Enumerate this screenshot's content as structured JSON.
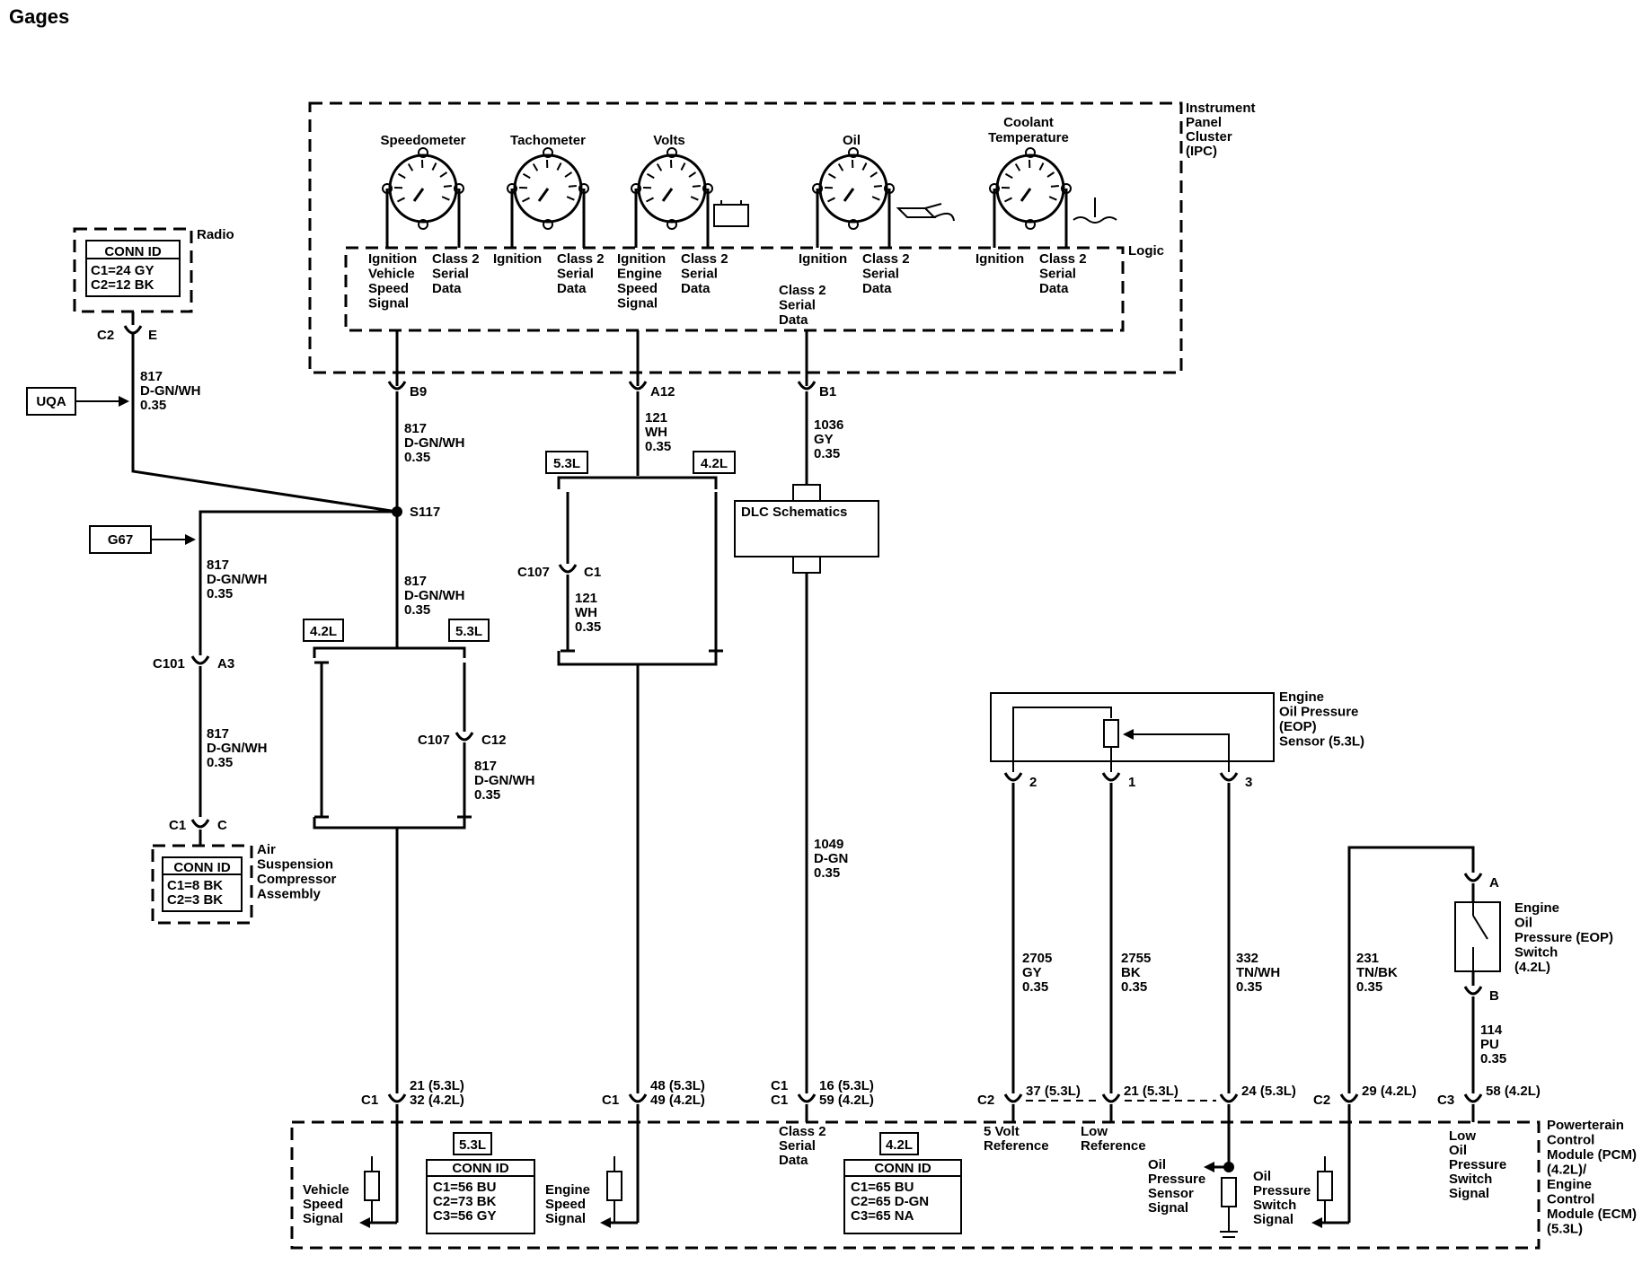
{
  "title": "Gages",
  "ipc": {
    "name": [
      "Instrument",
      "Panel",
      "Cluster",
      "(IPC)"
    ],
    "logic": "Logic",
    "gauges": [
      {
        "name": [
          "Speedometer"
        ],
        "left": [
          "Ignition",
          "Vehicle",
          "Speed",
          "Signal"
        ],
        "right": [
          "Class 2",
          "Serial",
          "Data"
        ]
      },
      {
        "name": [
          "Tachometer"
        ],
        "left": [
          "Ignition"
        ],
        "right": [
          "Class 2",
          "Serial",
          "Data"
        ]
      },
      {
        "name": [
          "Volts"
        ],
        "left": [
          "Ignition",
          "Engine",
          "Speed",
          "Signal"
        ],
        "right": [
          "Class 2",
          "Serial",
          "Data"
        ]
      },
      {
        "name": [
          "Oil"
        ],
        "left": [
          "Ignition"
        ],
        "right": [
          "Class 2",
          "Serial",
          "Data"
        ]
      },
      {
        "name": [
          "Coolant",
          "Temperature"
        ],
        "left": [
          "Ignition"
        ],
        "right": [
          "Class 2",
          "Serial",
          "Data"
        ]
      }
    ],
    "class2_center": [
      "Class 2",
      "Serial",
      "Data"
    ]
  },
  "radio": {
    "label": "Radio",
    "conn_id": "CONN ID",
    "lines": [
      "C1=24 GY",
      "C2=12 BK"
    ],
    "connector": "C2",
    "pin": "E"
  },
  "options": {
    "uqa": "UQA",
    "g67": "G67",
    "l42": "4.2L",
    "l53": "5.3L"
  },
  "wires": {
    "radio_wire": [
      "817",
      "D-GN/WH",
      "0.35"
    ],
    "b9_wire": [
      "817",
      "D-GN/WH",
      "0.35"
    ],
    "s117_down": [
      "817",
      "D-GN/WH",
      "0.35"
    ],
    "g67_wire": [
      "817",
      "D-GN/WH",
      "0.35"
    ],
    "c101_down": [
      "817",
      "D-GN/WH",
      "0.35"
    ],
    "c107_c12": [
      "817",
      "D-GN/WH",
      "0.35"
    ],
    "a12_wire": [
      "121",
      "WH",
      "0.35"
    ],
    "c107_c1": [
      "121",
      "WH",
      "0.35"
    ],
    "b1_wire": [
      "1036",
      "GY",
      "0.35"
    ],
    "dlc_down": [
      "1049",
      "D-GN",
      "0.35"
    ],
    "eop2": [
      "2705",
      "GY",
      "0.35"
    ],
    "eop1": [
      "2755",
      "BK",
      "0.35"
    ],
    "eop3": [
      "332",
      "TN/WH",
      "0.35"
    ],
    "w231": [
      "231",
      "TN/BK",
      "0.35"
    ],
    "w114": [
      "114",
      "PU",
      "0.35"
    ]
  },
  "connectors": {
    "b9": "B9",
    "a12": "A12",
    "b1": "B1",
    "s117": "S117",
    "c101": "C101",
    "a3": "A3",
    "c1": "C1",
    "c": "C",
    "c107": "C107",
    "c12": "C12",
    "c1b": "C1",
    "eop_pin2": "2",
    "eop_pin1": "1",
    "eop_pin3": "3",
    "eps_a": "A",
    "eps_b": "B"
  },
  "air_susp": {
    "label": [
      "Air",
      "Suspension",
      "Compressor",
      "Assembly"
    ],
    "conn_id": "CONN ID",
    "lines": [
      "C1=8 BK",
      "C2=3 BK"
    ]
  },
  "dlc": {
    "label": "DLC Schematics"
  },
  "eop_sensor": {
    "label": [
      "Engine",
      "Oil Pressure",
      "(EOP)",
      "Sensor (5.3L)"
    ]
  },
  "eop_switch": {
    "label": [
      "Engine",
      "Oil",
      "Pressure (EOP)",
      "Switch",
      "(4.2L)"
    ]
  },
  "pcm": {
    "name": [
      "Powerterain",
      "Control",
      "Module (PCM)",
      "(4.2L)/",
      "Engine",
      "Control",
      "Module (ECM)",
      "(5.3L)"
    ],
    "pins": [
      {
        "conn": [
          "C1"
        ],
        "pins": [
          "21 (5.3L)",
          "32 (4.2L)"
        ]
      },
      {
        "conn": [
          "C1"
        ],
        "pins": [
          "48 (5.3L)",
          "49 (4.2L)"
        ]
      },
      {
        "conn": [
          "C1",
          "C1"
        ],
        "pins": [
          "16 (5.3L)",
          "59 (4.2L)"
        ]
      },
      {
        "conn": [
          "C2"
        ],
        "pins": [
          "37 (5.3L)"
        ]
      },
      {
        "conn": [],
        "pins": [
          "21 (5.3L)"
        ]
      },
      {
        "conn": [],
        "pins": [
          "24 (5.3L)"
        ]
      },
      {
        "conn": [
          "C2"
        ],
        "pins": [
          "29 (4.2L)"
        ]
      },
      {
        "conn": [
          "C3"
        ],
        "pins": [
          "58 (4.2L)"
        ]
      }
    ],
    "signals": {
      "vss": [
        "Vehicle",
        "Speed",
        "Signal"
      ],
      "ess": [
        "Engine",
        "Speed",
        "Signal"
      ],
      "class2": [
        "Class 2",
        "Serial",
        "Data"
      ],
      "ref5": [
        "5 Volt",
        "Reference"
      ],
      "lowref": [
        "Low",
        "Reference"
      ],
      "ops": [
        "Oil",
        "Pressure",
        "Sensor",
        "Signal"
      ],
      "opsw": [
        "Oil",
        "Pressure",
        "Switch",
        "Signal"
      ],
      "lowops": [
        "Low",
        "Oil",
        "Pressure",
        "Switch",
        "Signal"
      ]
    },
    "connid53": {
      "tag": "5.3L",
      "title": "CONN ID",
      "lines": [
        "C1=56 BU",
        "C2=73 BK",
        "C3=56 GY"
      ]
    },
    "connid42": {
      "tag": "4.2L",
      "title": "CONN ID",
      "lines": [
        "C1=65 BU",
        "C2=65 D-GN",
        "C3=65 NA"
      ]
    }
  }
}
